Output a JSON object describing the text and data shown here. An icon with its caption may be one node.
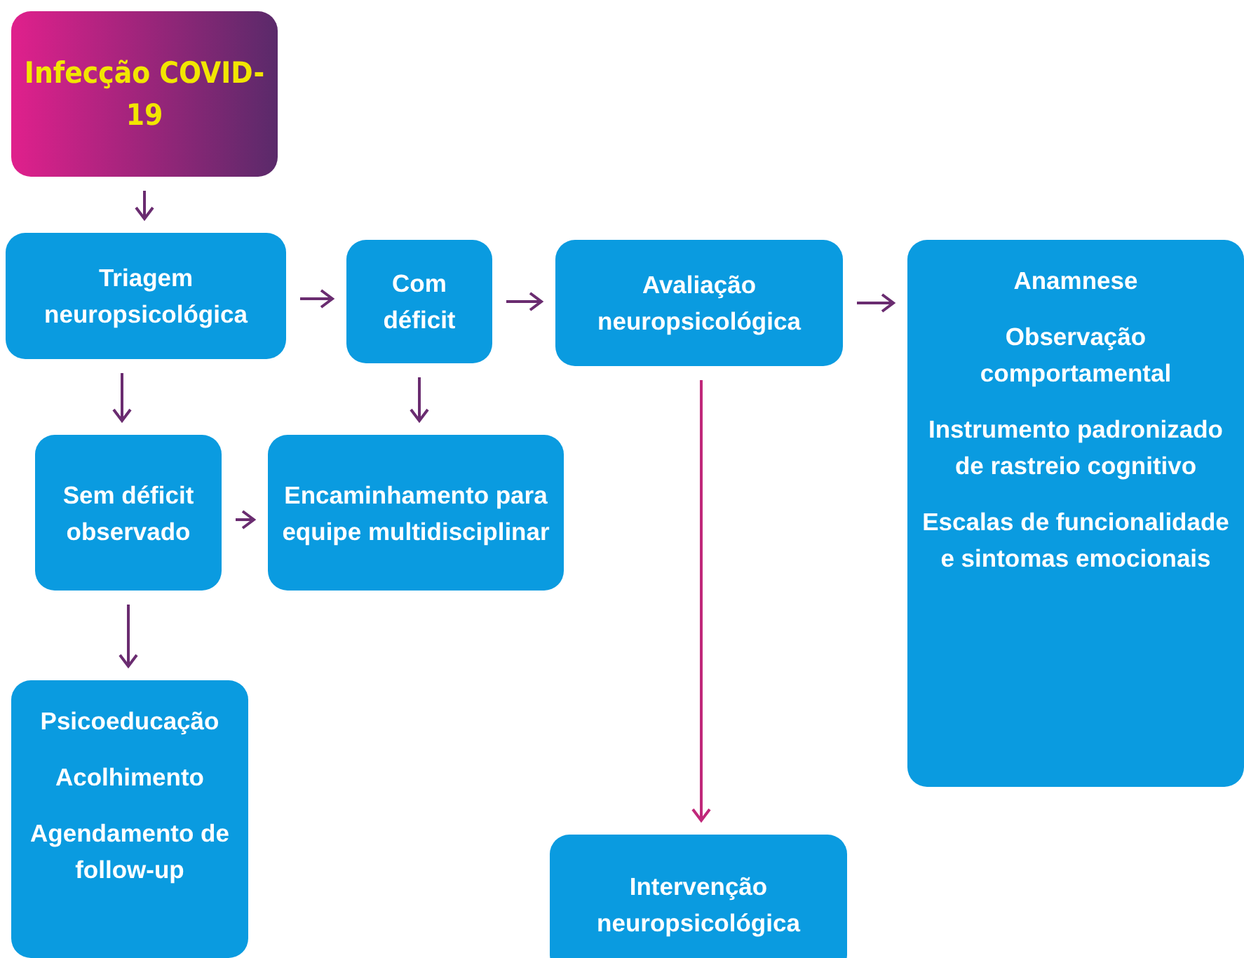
{
  "diagram": {
    "nodes": [
      {
        "text": [
          "Infecção COVID-19"
        ]
      },
      {
        "text": [
          "Triagem neuropsicológica"
        ]
      },
      {
        "text": [
          "Com déficit"
        ]
      },
      {
        "text": [
          "Avaliação neuropsicológica"
        ]
      },
      {
        "text": [
          "Anamnese",
          "Observação comportamental",
          "Instrumento padronizado de rastreio cognitivo",
          "Escalas de funcionalidade e sintomas emocionais"
        ]
      },
      {
        "text": [
          "Sem déficit observado"
        ]
      },
      {
        "text": [
          "Encaminhamento para equipe multidisciplinar"
        ]
      },
      {
        "text": [
          "Psicoeducação",
          "Acolhimento",
          "Agendamento de follow-up"
        ]
      },
      {
        "text": [
          "Intervenção neuropsicológica"
        ]
      }
    ],
    "edges": [
      {
        "from": 0,
        "to": 1,
        "arrow": "to"
      },
      {
        "from": 1,
        "to": 2,
        "arrow": "to"
      },
      {
        "from": 2,
        "to": 3,
        "arrow": "to"
      },
      {
        "from": 3,
        "to": 4,
        "arrow": "to"
      },
      {
        "from": 1,
        "to": 5,
        "arrow": "to"
      },
      {
        "from": 2,
        "to": 6,
        "arrow": "to"
      },
      {
        "from": 5,
        "to": 6,
        "arrow": "to"
      },
      {
        "from": 5,
        "to": 7,
        "arrow": "to"
      },
      {
        "from": 3,
        "to": 8,
        "arrow": "to",
        "color": "#c0287a"
      }
    ]
  }
}
